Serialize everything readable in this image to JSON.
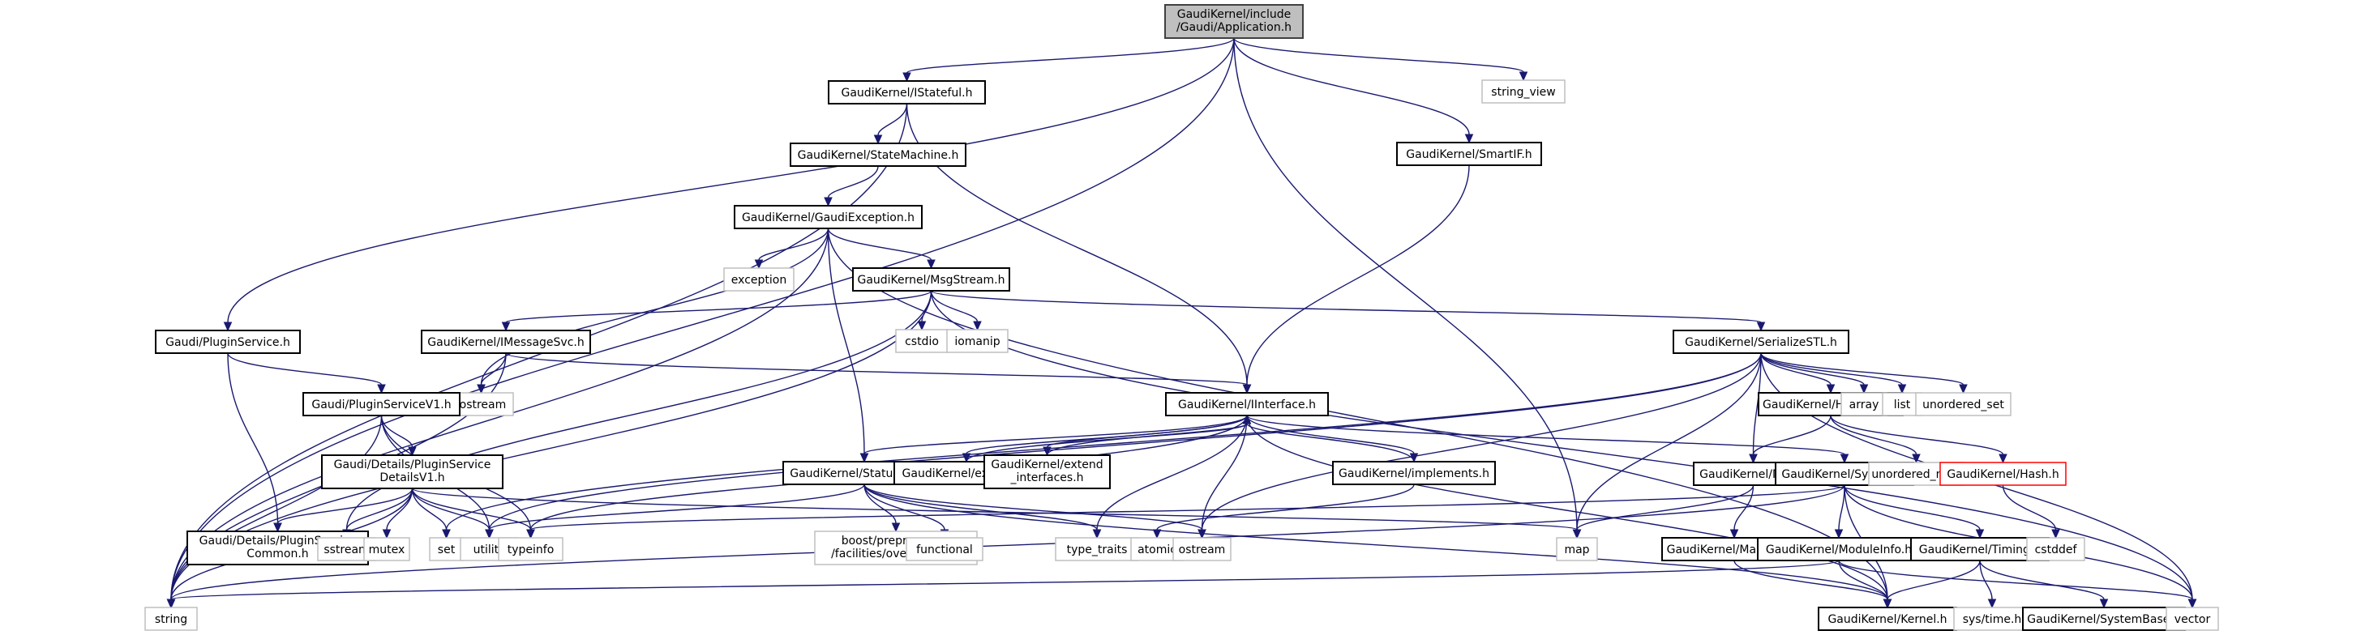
{
  "diagram": {
    "type": "include-dependency-graph",
    "nodes": [
      {
        "id": "app",
        "label": [
          "GaudiKernel/include",
          "/Gaudi/Application.h"
        ],
        "kind": "root"
      },
      {
        "id": "istateful",
        "label": [
          "GaudiKernel/IStateful.h"
        ],
        "kind": "header"
      },
      {
        "id": "smartif",
        "label": [
          "GaudiKernel/SmartIF.h"
        ],
        "kind": "header"
      },
      {
        "id": "string_view",
        "label": [
          "string_view"
        ],
        "kind": "system"
      },
      {
        "id": "statemachine",
        "label": [
          "GaudiKernel/StateMachine.h"
        ],
        "kind": "header"
      },
      {
        "id": "gaudiexception",
        "label": [
          "GaudiKernel/GaudiException.h"
        ],
        "kind": "header"
      },
      {
        "id": "exception",
        "label": [
          "exception"
        ],
        "kind": "system"
      },
      {
        "id": "msgstream",
        "label": [
          "GaudiKernel/MsgStream.h"
        ],
        "kind": "header"
      },
      {
        "id": "cstdio",
        "label": [
          "cstdio"
        ],
        "kind": "system"
      },
      {
        "id": "iomanip",
        "label": [
          "iomanip"
        ],
        "kind": "system"
      },
      {
        "id": "pluginservice",
        "label": [
          "Gaudi/PluginService.h"
        ],
        "kind": "header"
      },
      {
        "id": "imessagesvc",
        "label": [
          "GaudiKernel/IMessageSvc.h"
        ],
        "kind": "header"
      },
      {
        "id": "iostream",
        "label": [
          "iostream"
        ],
        "kind": "system"
      },
      {
        "id": "pluginservicev1",
        "label": [
          "Gaudi/PluginServiceV1.h"
        ],
        "kind": "header"
      },
      {
        "id": "serializestl",
        "label": [
          "GaudiKernel/SerializeSTL.h"
        ],
        "kind": "header"
      },
      {
        "id": "iinterface",
        "label": [
          "GaudiKernel/IInterface.h"
        ],
        "kind": "header"
      },
      {
        "id": "hashmap",
        "label": [
          "GaudiKernel/HashMap.h"
        ],
        "kind": "header"
      },
      {
        "id": "array",
        "label": [
          "array"
        ],
        "kind": "system"
      },
      {
        "id": "list",
        "label": [
          "list"
        ],
        "kind": "system"
      },
      {
        "id": "unordered_set",
        "label": [
          "unordered_set"
        ],
        "kind": "system"
      },
      {
        "id": "psdetails",
        "label": [
          "Gaudi/Details/PluginService",
          "DetailsV1.h"
        ],
        "kind": "header"
      },
      {
        "id": "statuscode",
        "label": [
          "GaudiKernel/StatusCode.h"
        ],
        "kind": "header"
      },
      {
        "id": "extends",
        "label": [
          "GaudiKernel/extends.h"
        ],
        "kind": "header"
      },
      {
        "id": "extend_interfaces",
        "label": [
          "GaudiKernel/extend",
          "_interfaces.h"
        ],
        "kind": "header"
      },
      {
        "id": "implements",
        "label": [
          "GaudiKernel/implements.h"
        ],
        "kind": "header"
      },
      {
        "id": "maph",
        "label": [
          "GaudiKernel/Map.h"
        ],
        "kind": "header"
      },
      {
        "id": "system",
        "label": [
          "GaudiKernel/System.h"
        ],
        "kind": "header"
      },
      {
        "id": "unordered_map",
        "label": [
          "unordered_map"
        ],
        "kind": "system"
      },
      {
        "id": "hash",
        "label": [
          "GaudiKernel/Hash.h"
        ],
        "kind": "red"
      },
      {
        "id": "pscommon",
        "label": [
          "Gaudi/Details/PluginService",
          "Common.h"
        ],
        "kind": "header"
      },
      {
        "id": "sstream",
        "label": [
          "sstream"
        ],
        "kind": "system"
      },
      {
        "id": "mutex",
        "label": [
          "mutex"
        ],
        "kind": "system"
      },
      {
        "id": "set",
        "label": [
          "set"
        ],
        "kind": "system"
      },
      {
        "id": "utility",
        "label": [
          "utility"
        ],
        "kind": "system"
      },
      {
        "id": "typeinfo",
        "label": [
          "typeinfo"
        ],
        "kind": "system"
      },
      {
        "id": "boostpp",
        "label": [
          "boost/preprocessor",
          "/facilities/overload.hpp"
        ],
        "kind": "system"
      },
      {
        "id": "functional",
        "label": [
          "functional"
        ],
        "kind": "system"
      },
      {
        "id": "type_traits",
        "label": [
          "type_traits"
        ],
        "kind": "system"
      },
      {
        "id": "atomic",
        "label": [
          "atomic"
        ],
        "kind": "system"
      },
      {
        "id": "ostream",
        "label": [
          "ostream"
        ],
        "kind": "system"
      },
      {
        "id": "map",
        "label": [
          "map"
        ],
        "kind": "system"
      },
      {
        "id": "mapbase",
        "label": [
          "GaudiKernel/MapBase.h"
        ],
        "kind": "header"
      },
      {
        "id": "moduleinfo",
        "label": [
          "GaudiKernel/ModuleInfo.h"
        ],
        "kind": "header"
      },
      {
        "id": "timing",
        "label": [
          "GaudiKernel/Timing.h"
        ],
        "kind": "header"
      },
      {
        "id": "cstddef",
        "label": [
          "cstddef"
        ],
        "kind": "system"
      },
      {
        "id": "string",
        "label": [
          "string"
        ],
        "kind": "system"
      },
      {
        "id": "kernel",
        "label": [
          "GaudiKernel/Kernel.h"
        ],
        "kind": "header"
      },
      {
        "id": "systime",
        "label": [
          "sys/time.h"
        ],
        "kind": "system"
      },
      {
        "id": "systembase",
        "label": [
          "GaudiKernel/SystemBase.h"
        ],
        "kind": "header"
      },
      {
        "id": "vector",
        "label": [
          "vector"
        ],
        "kind": "system"
      }
    ],
    "edges": [
      [
        "app",
        "istateful"
      ],
      [
        "app",
        "smartif"
      ],
      [
        "app",
        "string_view"
      ],
      [
        "app",
        "string"
      ],
      [
        "app",
        "pluginservice"
      ],
      [
        "app",
        "map"
      ],
      [
        "istateful",
        "statemachine"
      ],
      [
        "istateful",
        "iinterface"
      ],
      [
        "istateful",
        "string"
      ],
      [
        "smartif",
        "iinterface"
      ],
      [
        "statemachine",
        "gaudiexception"
      ],
      [
        "gaudiexception",
        "exception"
      ],
      [
        "gaudiexception",
        "msgstream"
      ],
      [
        "gaudiexception",
        "statuscode"
      ],
      [
        "gaudiexception",
        "string"
      ],
      [
        "gaudiexception",
        "iostream"
      ],
      [
        "gaudiexception",
        "kernel"
      ],
      [
        "msgstream",
        "cstdio"
      ],
      [
        "msgstream",
        "iomanip"
      ],
      [
        "msgstream",
        "imessagesvc"
      ],
      [
        "msgstream",
        "serializestl"
      ],
      [
        "msgstream",
        "string"
      ],
      [
        "msgstream",
        "sstream"
      ],
      [
        "msgstream",
        "vector"
      ],
      [
        "pluginservice",
        "pluginservicev1"
      ],
      [
        "pluginservice",
        "pscommon"
      ],
      [
        "imessagesvc",
        "iostream"
      ],
      [
        "imessagesvc",
        "iinterface"
      ],
      [
        "imessagesvc",
        "string"
      ],
      [
        "pluginservicev1",
        "psdetails"
      ],
      [
        "pluginservicev1",
        "string"
      ],
      [
        "pluginservicev1",
        "utility"
      ],
      [
        "pluginservicev1",
        "typeinfo"
      ],
      [
        "serializestl",
        "hashmap"
      ],
      [
        "serializestl",
        "array"
      ],
      [
        "serializestl",
        "list"
      ],
      [
        "serializestl",
        "unordered_set"
      ],
      [
        "serializestl",
        "maph"
      ],
      [
        "serializestl",
        "map"
      ],
      [
        "serializestl",
        "ostream"
      ],
      [
        "serializestl",
        "set"
      ],
      [
        "serializestl",
        "utility"
      ],
      [
        "serializestl",
        "vector"
      ],
      [
        "iinterface",
        "statuscode"
      ],
      [
        "iinterface",
        "extends"
      ],
      [
        "iinterface",
        "extend_interfaces"
      ],
      [
        "iinterface",
        "implements"
      ],
      [
        "iinterface",
        "system"
      ],
      [
        "iinterface",
        "type_traits"
      ],
      [
        "iinterface",
        "typeinfo"
      ],
      [
        "iinterface",
        "ostream"
      ],
      [
        "iinterface",
        "kernel"
      ],
      [
        "extends",
        "iinterface"
      ],
      [
        "extend_interfaces",
        "iinterface"
      ],
      [
        "implements",
        "iinterface"
      ],
      [
        "implements",
        "atomic"
      ],
      [
        "hashmap",
        "maph"
      ],
      [
        "hashmap",
        "unordered_map"
      ],
      [
        "hashmap",
        "hash"
      ],
      [
        "hash",
        "cstddef"
      ],
      [
        "psdetails",
        "pscommon"
      ],
      [
        "psdetails",
        "sstream"
      ],
      [
        "psdetails",
        "mutex"
      ],
      [
        "psdetails",
        "set"
      ],
      [
        "psdetails",
        "utility"
      ],
      [
        "psdetails",
        "typeinfo"
      ],
      [
        "psdetails",
        "string"
      ],
      [
        "psdetails",
        "map"
      ],
      [
        "statuscode",
        "boostpp"
      ],
      [
        "statuscode",
        "functional"
      ],
      [
        "statuscode",
        "type_traits"
      ],
      [
        "statuscode",
        "ostream"
      ],
      [
        "statuscode",
        "utility"
      ],
      [
        "statuscode",
        "kernel"
      ],
      [
        "maph",
        "mapbase"
      ],
      [
        "maph",
        "map"
      ],
      [
        "system",
        "moduleinfo"
      ],
      [
        "system",
        "timing"
      ],
      [
        "system",
        "kernel"
      ],
      [
        "system",
        "string"
      ],
      [
        "system",
        "typeinfo"
      ],
      [
        "system",
        "vector"
      ],
      [
        "mapbase",
        "kernel"
      ],
      [
        "moduleinfo",
        "kernel"
      ],
      [
        "moduleinfo",
        "string"
      ],
      [
        "moduleinfo",
        "vector"
      ],
      [
        "timing",
        "kernel"
      ],
      [
        "timing",
        "systime"
      ],
      [
        "timing",
        "systembase"
      ]
    ]
  }
}
